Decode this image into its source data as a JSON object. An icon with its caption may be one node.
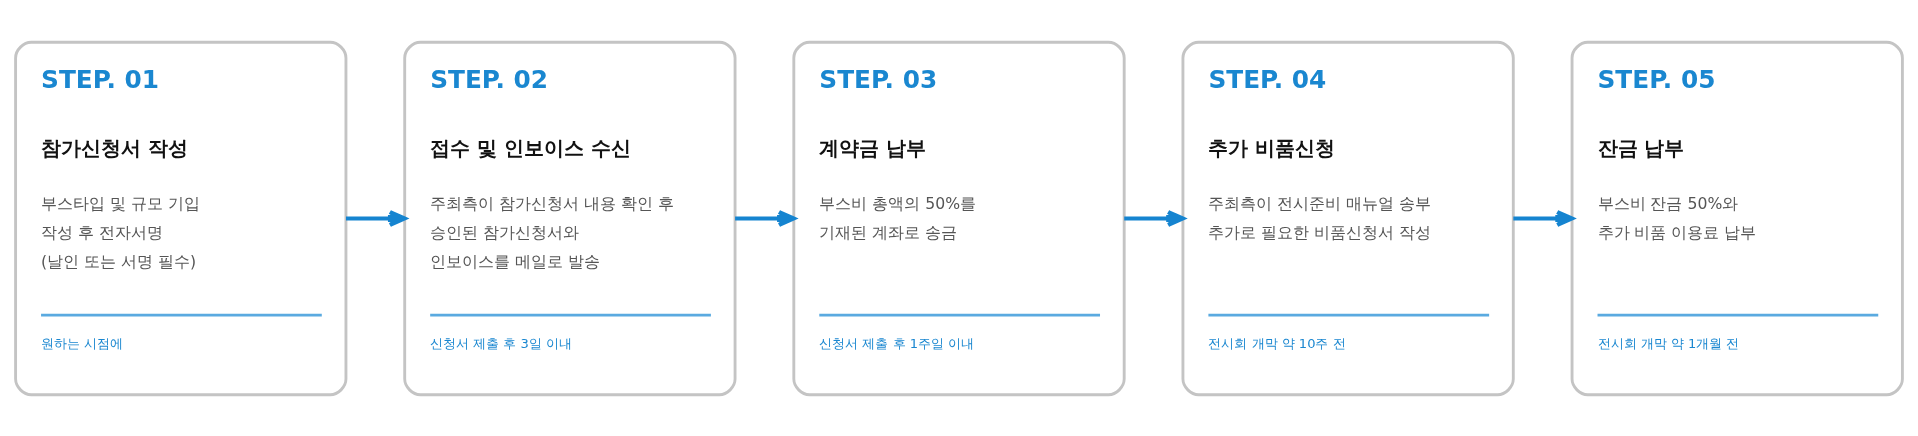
{
  "diagram": {
    "nodes": [
      {
        "text": [
          "STEP. 01",
          "참가신청서 작성",
          "부스타입 및 규모 기입 작성 후 전자서명 (날인 또는 서명 필수)",
          "원하는 시점에"
        ]
      },
      {
        "text": [
          "STEP. 02",
          "접수 및 인보이스 수신",
          "주최측이 참가신청서 내용 확인 후 승인된 참가신청서와 인보이스를 메일로 발송",
          "신청서 제출 후 3일 이내"
        ]
      },
      {
        "text": [
          "STEP. 03",
          "계약금 납부",
          "부스비 총액의 50%를 기재된 계좌로 송금",
          "신청서 제출 후 1주일 이내"
        ]
      },
      {
        "text": [
          "STEP. 04",
          "추가 비품신청",
          "주최측이 전시준비 매뉴얼 송부 추가로 필요한 비품신청서 작성",
          "전시회 개막 약 10주 전"
        ]
      },
      {
        "text": [
          "STEP. 05",
          "잔금 납부",
          "부스비 잔금 50%와 추가 비품 이용료 납부",
          "전시회 개막 약 1개월 전"
        ]
      }
    ],
    "edges": [
      {
        "from": 0,
        "to": 1,
        "arrow": "to"
      },
      {
        "from": 1,
        "to": 2,
        "arrow": "to"
      },
      {
        "from": 2,
        "to": 3,
        "arrow": "to"
      },
      {
        "from": 3,
        "to": 4,
        "arrow": "to"
      }
    ]
  }
}
